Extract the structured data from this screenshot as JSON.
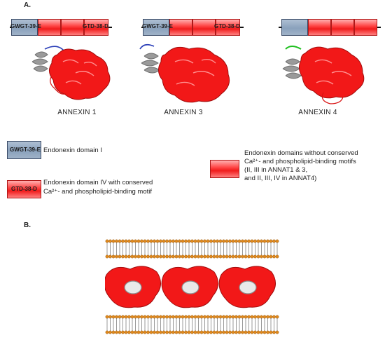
{
  "panel_a": {
    "label": "A.",
    "annexins": [
      {
        "caption": "ANNEXIN 1",
        "left_label": "GWGT-39-E",
        "right_label": "GTD-38-D"
      },
      {
        "caption": "ANNEXIN 3",
        "left_label": "GWGT-39-E",
        "right_label": "GTD-38-D"
      },
      {
        "caption": "ANNEXIN 4",
        "left_label": "",
        "right_label": ""
      }
    ]
  },
  "legend": {
    "domain_i_box": "GWGT-39-E",
    "domain_i_text": "Endonexin domain I",
    "domain_iv_box": "GTD-38-D",
    "domain_iv_text_line1": "Endonexin domain IV with conserved",
    "domain_iv_text_line2": "Ca²⁺- and phospholipid-binding motif",
    "other_text_line1": "Endonexin domains without conserved",
    "other_text_line2": "Ca²⁺- and phospholipid-binding motifs",
    "other_text_line3": "(II, III in ANNAT1 & 3,",
    "other_text_line4": "and II, III, IV in ANNAT4)"
  },
  "panel_b": {
    "label": "B."
  },
  "colors": {
    "domain_blue": "#9fb2c8",
    "domain_red": "#ff3030",
    "lipid_head": "#e08a1e",
    "helix_grey": "#9a9a9a"
  }
}
